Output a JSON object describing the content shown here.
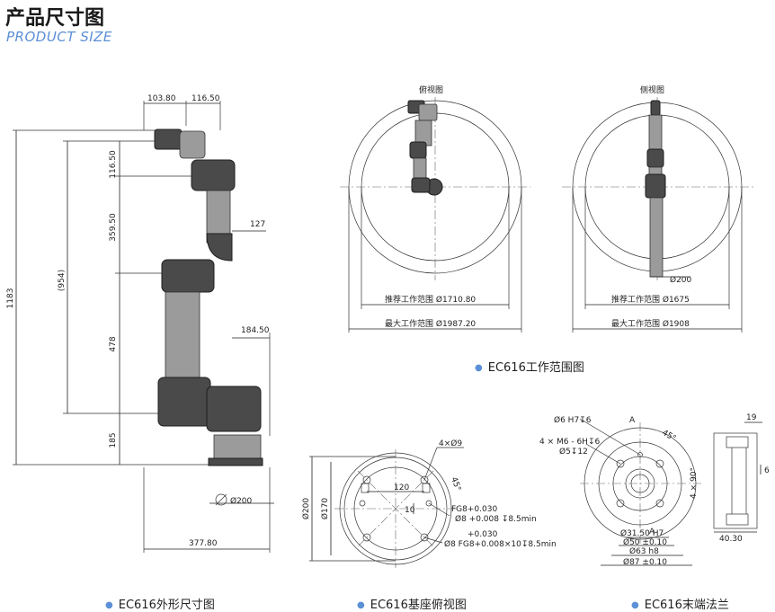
{
  "header": {
    "title_cn": "产品尺寸图",
    "title_en": "PRODUCT SIZE"
  },
  "outline_view": {
    "dims": {
      "top_left": "103.80",
      "top_right": "116.50",
      "d1": "116.50",
      "d2": "359.50",
      "total": "1183",
      "reach": "(954)",
      "d3": "478",
      "d4": "185",
      "off1": "127",
      "off2": "184.50",
      "base_dia": "Ø200",
      "width": "377.80"
    },
    "caption": "EC616外形尺寸图"
  },
  "workspace": {
    "top_view_label": "俯视图",
    "side_view_label": "侧视图",
    "top_recommended": "推荐工作范围 Ø1710.80",
    "top_max": "最大工作范围 Ø1987.20",
    "side_base": "Ø200",
    "side_recommended": "推荐工作范围 Ø1675",
    "side_max": "最大工作范围 Ø1908",
    "caption": "EC616工作范围图"
  },
  "base_view": {
    "dia_outer": "Ø200",
    "dia_inner": "Ø170",
    "hole_callout": "4×Ø9",
    "angle": "45°",
    "w120": "120",
    "h10": "10",
    "fit1_l1": "FG8+0.030",
    "fit1_l2": "Ø8 +0.008 ↧8.5min",
    "fit2_l1": "+0.030",
    "fit2_l2": "Ø8 FG8+0.008×10↧8.5min",
    "caption": "EC616基座俯视图"
  },
  "flange_view": {
    "c1": "Ø6 H7↧6",
    "c2": "4 × M6 - 6H↧6",
    "c3": "Ø5↧12",
    "section_a": "A",
    "angle": "45°",
    "pcd": "4 × 90°",
    "d1": "Ø31.50 H7",
    "d2": "Ø50 ±0.10",
    "d3": "Ø63 h8",
    "d4": "Ø87 ±0.10",
    "side_w": "19",
    "side_h": "6",
    "side_len": "40.30",
    "caption": "EC616末端法兰"
  }
}
